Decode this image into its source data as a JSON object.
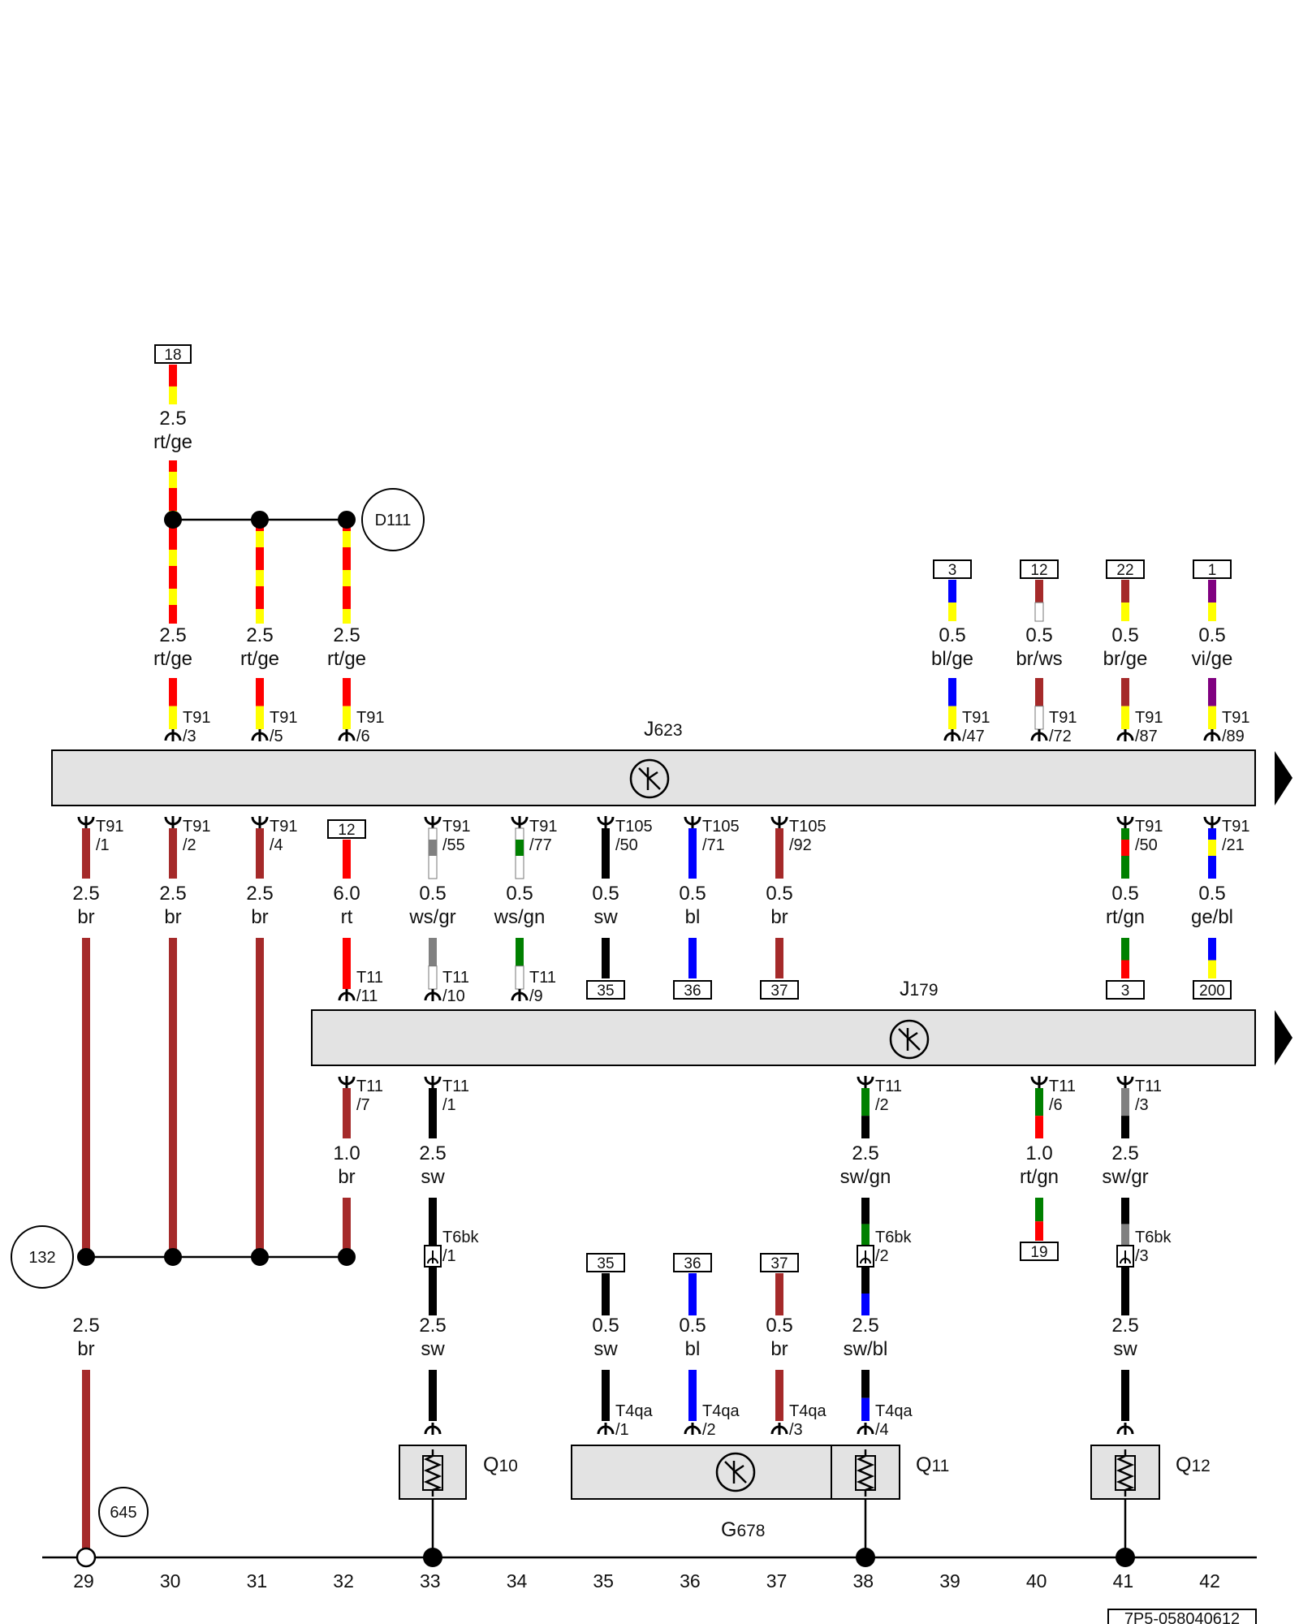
{
  "diagram": {
    "document_number": "7P5-058040612",
    "colors": {
      "rt": "#ff0000",
      "ge": "#ffff00",
      "br": "#a52a2a",
      "sw": "#000000",
      "bl": "#0000ff",
      "gn": "#008000",
      "ws": "#ffffff",
      "gr": "#808080",
      "vi": "#800080",
      "module_fill": "#e3e3e3"
    },
    "modules": [
      {
        "id": "J623",
        "prefix": "J",
        "sub": "623",
        "icon": "control-unit-icon"
      },
      {
        "id": "J179",
        "prefix": "J",
        "sub": "179",
        "icon": "control-unit-icon"
      }
    ],
    "components": [
      {
        "id": "Q10",
        "prefix": "Q",
        "sub": "10",
        "icon": "glow-plug-resistor-icon"
      },
      {
        "id": "Q11",
        "prefix": "Q",
        "sub": "11",
        "icon": "glow-plug-resistor-icon"
      },
      {
        "id": "Q12",
        "prefix": "Q",
        "sub": "12",
        "icon": "glow-plug-resistor-icon"
      },
      {
        "id": "G678",
        "prefix": "G",
        "sub": "678",
        "icon": "sensor-icon"
      }
    ],
    "circles": [
      "D111",
      "132",
      "645"
    ],
    "continuation_boxes": [
      "18",
      "3",
      "12",
      "22",
      "1",
      "12",
      "35",
      "36",
      "37",
      "3",
      "200",
      "19",
      "35",
      "36",
      "37"
    ],
    "wires": [
      {
        "size": "2.5",
        "color": "rt/ge"
      },
      {
        "size": "2.5",
        "color": "rt/ge"
      },
      {
        "size": "2.5",
        "color": "rt/ge"
      },
      {
        "size": "2.5",
        "color": "rt/ge"
      },
      {
        "size": "0.5",
        "color": "bl/ge"
      },
      {
        "size": "0.5",
        "color": "br/ws"
      },
      {
        "size": "0.5",
        "color": "br/ge"
      },
      {
        "size": "0.5",
        "color": "vi/ge"
      },
      {
        "size": "2.5",
        "color": "br"
      },
      {
        "size": "2.5",
        "color": "br"
      },
      {
        "size": "2.5",
        "color": "br"
      },
      {
        "size": "6.0",
        "color": "rt"
      },
      {
        "size": "0.5",
        "color": "ws/gr"
      },
      {
        "size": "0.5",
        "color": "ws/gn"
      },
      {
        "size": "0.5",
        "color": "sw"
      },
      {
        "size": "0.5",
        "color": "bl"
      },
      {
        "size": "0.5",
        "color": "br"
      },
      {
        "size": "0.5",
        "color": "rt/gn"
      },
      {
        "size": "0.5",
        "color": "ge/bl"
      },
      {
        "size": "1.0",
        "color": "br"
      },
      {
        "size": "2.5",
        "color": "sw"
      },
      {
        "size": "2.5",
        "color": "sw/gn"
      },
      {
        "size": "1.0",
        "color": "rt/gn"
      },
      {
        "size": "2.5",
        "color": "sw/gr"
      },
      {
        "size": "2.5",
        "color": "br"
      },
      {
        "size": "2.5",
        "color": "sw"
      },
      {
        "size": "0.5",
        "color": "sw"
      },
      {
        "size": "0.5",
        "color": "bl"
      },
      {
        "size": "0.5",
        "color": "br"
      },
      {
        "size": "2.5",
        "color": "sw/bl"
      },
      {
        "size": "2.5",
        "color": "sw"
      }
    ],
    "pins": [
      {
        "conn": "T91",
        "pin": "/3"
      },
      {
        "conn": "T91",
        "pin": "/5"
      },
      {
        "conn": "T91",
        "pin": "/6"
      },
      {
        "conn": "T91",
        "pin": "/47"
      },
      {
        "conn": "T91",
        "pin": "/72"
      },
      {
        "conn": "T91",
        "pin": "/87"
      },
      {
        "conn": "T91",
        "pin": "/89"
      },
      {
        "conn": "T91",
        "pin": "/1"
      },
      {
        "conn": "T91",
        "pin": "/2"
      },
      {
        "conn": "T91",
        "pin": "/4"
      },
      {
        "conn": "T91",
        "pin": "/55"
      },
      {
        "conn": "T91",
        "pin": "/77"
      },
      {
        "conn": "T105",
        "pin": "/50"
      },
      {
        "conn": "T105",
        "pin": "/71"
      },
      {
        "conn": "T105",
        "pin": "/92"
      },
      {
        "conn": "T91",
        "pin": "/50"
      },
      {
        "conn": "T91",
        "pin": "/21"
      },
      {
        "conn": "T11",
        "pin": "/11"
      },
      {
        "conn": "T11",
        "pin": "/10"
      },
      {
        "conn": "T11",
        "pin": "/9"
      },
      {
        "conn": "T11",
        "pin": "/7"
      },
      {
        "conn": "T11",
        "pin": "/1"
      },
      {
        "conn": "T11",
        "pin": "/2"
      },
      {
        "conn": "T11",
        "pin": "/6"
      },
      {
        "conn": "T11",
        "pin": "/3"
      },
      {
        "conn": "T6bk",
        "pin": "/1"
      },
      {
        "conn": "T6bk",
        "pin": "/2"
      },
      {
        "conn": "T6bk",
        "pin": "/3"
      },
      {
        "conn": "T4qa",
        "pin": "/1"
      },
      {
        "conn": "T4qa",
        "pin": "/2"
      },
      {
        "conn": "T4qa",
        "pin": "/3"
      },
      {
        "conn": "T4qa",
        "pin": "/4"
      }
    ],
    "ruler": [
      "29",
      "30",
      "31",
      "32",
      "33",
      "34",
      "35",
      "36",
      "37",
      "38",
      "39",
      "40",
      "41",
      "42"
    ]
  }
}
